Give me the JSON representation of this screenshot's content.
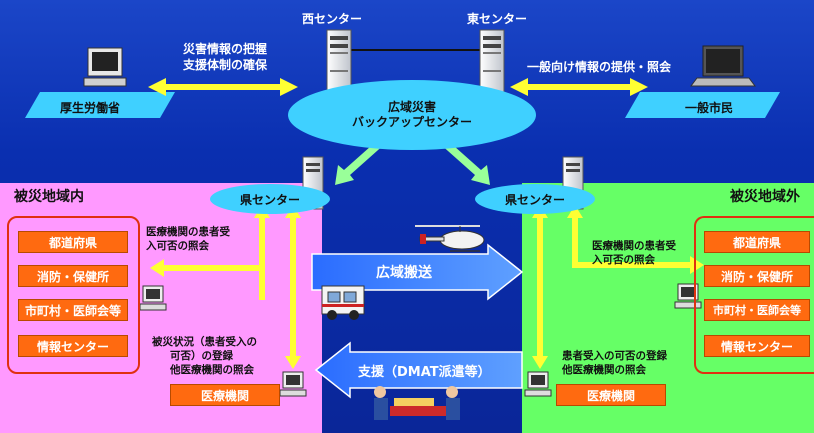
{
  "top": {
    "west_center": "西センター",
    "east_center": "東センター",
    "backup_center_line1": "広域災害",
    "backup_center_line2": "バックアップセンター",
    "left_caption_line1": "災害情報の把握",
    "left_caption_line2": "支援体制の確保",
    "right_caption": "一般向け情報の提供・照会",
    "mhlw": "厚生労働省",
    "public": "一般市民"
  },
  "left_region": {
    "title": "被災地域内",
    "pref_center": "県センター",
    "items": [
      "都道府県",
      "消防・保健所",
      "市町村・医師会等",
      "情報センター"
    ],
    "caption_top_line1": "医療機関の患者受",
    "caption_top_line2": "入可否の照会",
    "caption_bottom_line1": "被災状況（患者受入の",
    "caption_bottom_line2": "可否）の登録",
    "caption_bottom_line3": "他医療機関の照会",
    "hospital": "医療機関"
  },
  "right_region": {
    "title": "被災地域外",
    "pref_center": "県センター",
    "items": [
      "都道府県",
      "消防・保健所",
      "市町村・医師会等",
      "情報センター"
    ],
    "caption_top_line1": "医療機関の患者受",
    "caption_top_line2": "入可否の照会",
    "caption_bottom_line1": "患者受入の可否の登録",
    "caption_bottom_line2": "他医療機関の照会",
    "hospital": "医療機関"
  },
  "middle": {
    "transport_label": "広域搬送",
    "support_label": "支援（DMAT派遣等）"
  },
  "colors": {
    "background": "#0a2fb0",
    "left_region": "#ff99ff",
    "right_region": "#66ff66",
    "ellipse": "#3fd0ff",
    "arrow_yellow": "#ffff33",
    "orange": "#ff6a10",
    "transport_arrow": "#3d7bff"
  },
  "icons": [
    "server-icon",
    "desktop-computer-icon",
    "laptop-icon",
    "helicopter-icon",
    "ambulance-icon",
    "rescue-workers-icon"
  ]
}
